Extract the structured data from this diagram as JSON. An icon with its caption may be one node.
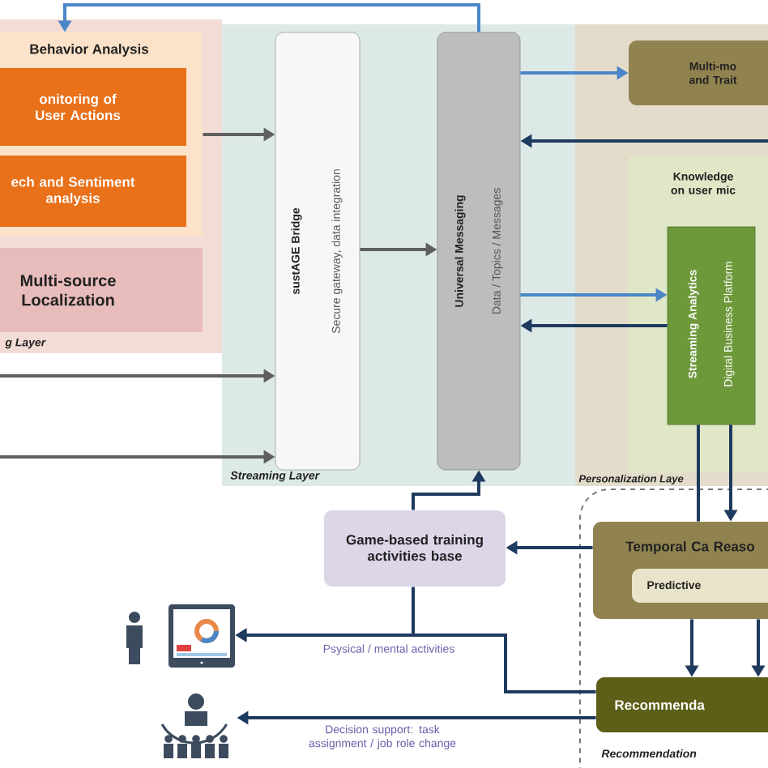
{
  "diagram": {
    "nodes": [
      {
        "text": [
          "g Layer"
        ]
      },
      {
        "text": [
          "Behavior Analysis"
        ],
        "in": 0
      },
      {
        "text": [
          "onitoring of User Actions"
        ],
        "in": 1
      },
      {
        "text": [
          "ech and Sentiment analysis"
        ],
        "in": 1
      },
      {
        "text": [
          "Multi-source Localization"
        ],
        "in": 0
      },
      {
        "text": [
          "Streaming Layer"
        ]
      },
      {
        "text": [
          "sustAGE Bridge",
          "Secure gateway, data integration"
        ],
        "in": 5
      },
      {
        "text": [
          "Universal Messaging",
          "Data / Topics / Messages"
        ],
        "in": 5
      },
      {
        "text": [
          "Personalization Laye"
        ]
      },
      {
        "text": [
          "Multi-mo and Trait"
        ],
        "in": 8
      },
      {
        "text": [
          "Knowledge on user mic"
        ],
        "in": 8
      },
      {
        "text": [
          "Streaming Analytics",
          "Digital Business Platform"
        ],
        "in": 10
      },
      {
        "text": [
          "Game-based training activities base"
        ]
      },
      {
        "text": [
          "Recommendation"
        ]
      },
      {
        "text": [
          "Temporal Ca Reaso"
        ],
        "in": 13
      },
      {
        "text": [
          "Predictive"
        ],
        "in": 14
      },
      {
        "text": [
          "Recommenda"
        ],
        "in": 13
      },
      {
        "text": [],
        "shape": "tablet"
      },
      {
        "text": [],
        "shape": "people"
      }
    ],
    "edges": [
      {
        "from": 7,
        "to": 1,
        "arrow": "to",
        "color": "#4a86c8"
      },
      {
        "from": 1,
        "to": 6,
        "arrow": "to",
        "color": "#606060"
      },
      {
        "from": null,
        "to": 6,
        "arrow": "to",
        "color": "#606060"
      },
      {
        "from": null,
        "to": 6,
        "arrow": "to",
        "color": "#606060"
      },
      {
        "from": 6,
        "to": 7,
        "arrow": "to",
        "color": "#606060"
      },
      {
        "from": 7,
        "to": 9,
        "arrow": "to",
        "color": "#4a86c8"
      },
      {
        "from": 8,
        "to": 7,
        "arrow": "to"
      },
      {
        "from": 7,
        "to": 11,
        "arrow": "to",
        "color": "#4a86c8"
      },
      {
        "from": 11,
        "to": 7,
        "arrow": "to"
      },
      {
        "from": 11,
        "to": 14,
        "arrow": "none"
      },
      {
        "from": 11,
        "to": 14,
        "arrow": "to"
      },
      {
        "from": 14,
        "to": 12,
        "arrow": "to"
      },
      {
        "from": 12,
        "to": 7,
        "arrow": "to"
      },
      {
        "from": 14,
        "to": 16,
        "arrow": "to"
      },
      {
        "from": 14,
        "to": 16,
        "arrow": "to"
      },
      {
        "from": 16,
        "to": 17,
        "arrow": "to",
        "label": "Psysical / mental activities"
      },
      {
        "from": 12,
        "to": 17,
        "arrow": "to"
      },
      {
        "from": 16,
        "to": 18,
        "arrow": "to",
        "label": "Decision support: task assignment / job role change"
      }
    ]
  }
}
